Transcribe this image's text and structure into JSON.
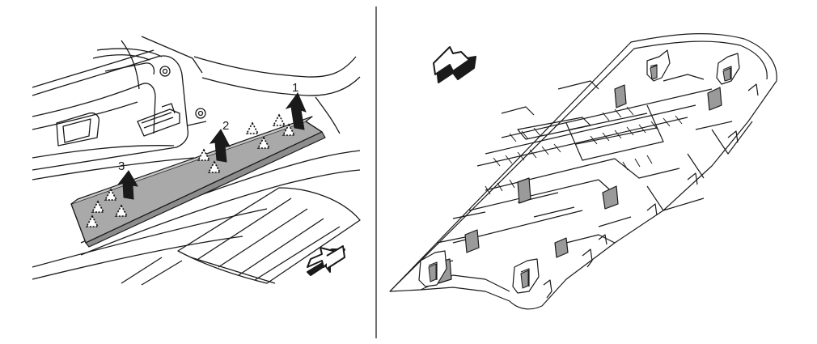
{
  "figure": {
    "left_panel": {
      "callouts": [
        {
          "id": "1",
          "label": "1"
        },
        {
          "id": "2",
          "label": "2"
        },
        {
          "id": "3",
          "label": "3"
        }
      ]
    },
    "right_panel": {},
    "icons": [
      "front-direction-arrow-icon",
      "vertical-lift-arrow-icon",
      "clip-location-triangle-icon"
    ],
    "colors": {
      "line": "#1a1a1a",
      "panel_fill": "#a9a9a9",
      "background": "#ffffff"
    }
  }
}
